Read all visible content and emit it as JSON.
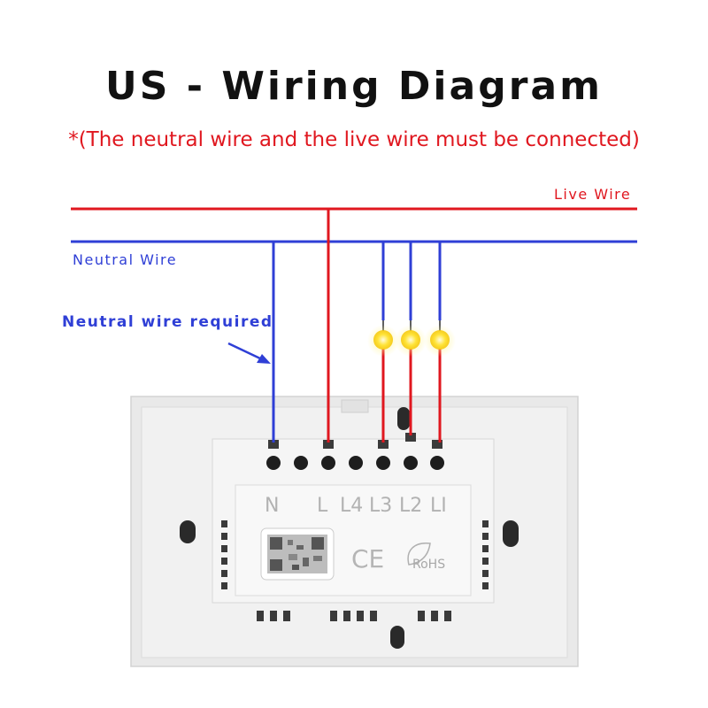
{
  "header": {
    "title": "US - Wiring Diagram",
    "subtitle": "*(The neutral wire and the live wire must be connected)"
  },
  "wires": {
    "live_label": "Live Wire",
    "neutral_label": "Neutral Wire",
    "neutral_required_label": "Neutral wire required",
    "live_color": "#e0171f",
    "neutral_color": "#2f3fd6"
  },
  "switch": {
    "terminal_labels": [
      "N",
      "L",
      "L4",
      "L3",
      "L2",
      "LI"
    ],
    "ce_mark": "CE",
    "rohs_mark": "RoHS"
  },
  "bulbs": {
    "count": 3,
    "color": "#ffe43a"
  }
}
